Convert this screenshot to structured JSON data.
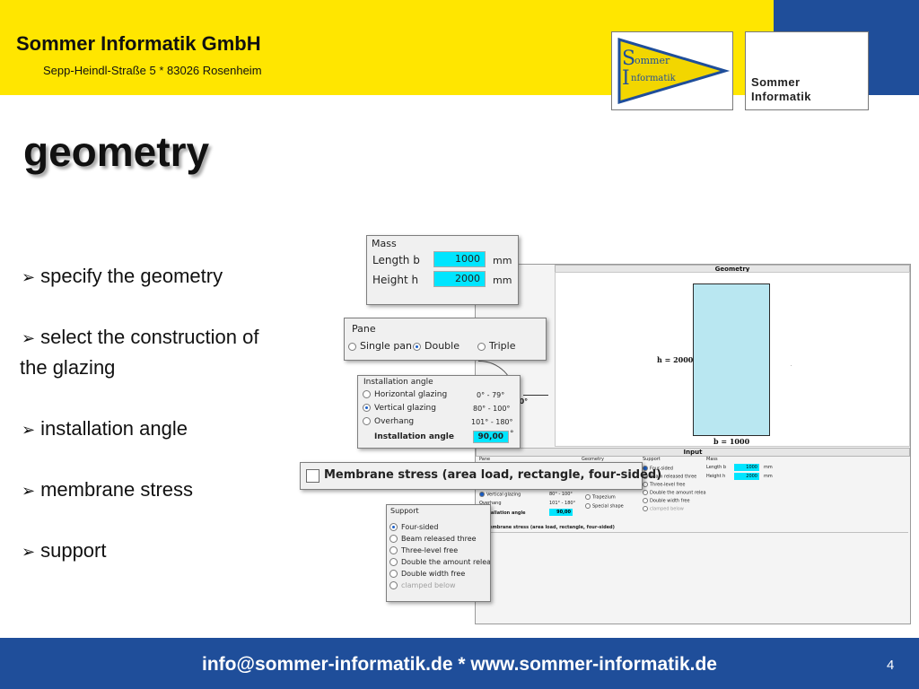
{
  "header": {
    "company_name": "Sommer Informatik GmbH",
    "address": "Sepp-Heindl-Straße 5 * 83026 Rosenheim",
    "logo_pennant_line1": "ommer",
    "logo_pennant_line2": "nformatik",
    "logo_pennant_initial1": "S",
    "logo_pennant_initial2": "I",
    "logo_wordmark_line1": "Sommer",
    "logo_wordmark_line2": "Informatik"
  },
  "slide": {
    "title": "geometry",
    "bullets": [
      "specify the geometry",
      "select the construction of",
      "the glazing",
      "installation angle",
      "membrane stress",
      "support"
    ],
    "bullet_icon": "arrow-bullet-icon"
  },
  "main_window": {
    "geometry_header": "Geometry",
    "h_label": "h = 2000",
    "b_label": "b = 1000",
    "input_header": "Input",
    "pane_col": "Pane",
    "geometry_col": "Geometry",
    "support_col": "Support",
    "mass_col": "Mass",
    "support_items": [
      "Four-sided",
      "Beam released three",
      "Three-level free",
      "Double the amount relea",
      "Double width free",
      "clamped below"
    ],
    "mass_length_label": "Length b",
    "mass_length_value": "1000",
    "mass_height_label": "Height h",
    "mass_height_value": "2000",
    "unit": "mm",
    "angle_rows": [
      {
        "label": "Vertical glazing",
        "range": "80° - 100°"
      },
      {
        "label": "Overhang",
        "range": "101° - 180°"
      }
    ],
    "geometry_items": [
      "Trapezium",
      "Special shape"
    ],
    "angle_label": "nstallation angle",
    "angle_value": "90,00",
    "membrane_text": "membrane stress (area load, rectangle, four-sided)",
    "partial_angle": "90°"
  },
  "mass_dialog": {
    "title": "Mass",
    "length_label": "Length b",
    "length_value": "1000",
    "height_label": "Height h",
    "height_value": "2000",
    "unit": "mm"
  },
  "pane_dialog": {
    "title": "Pane",
    "options": [
      "Single pan",
      "Double",
      "Triple"
    ],
    "selected": "Double"
  },
  "angle_dialog": {
    "title": "Installation angle",
    "rows": [
      {
        "label": "Horizontal glazing",
        "range": "0° - 79°"
      },
      {
        "label": "Vertical glazing",
        "range": "80° - 100°"
      },
      {
        "label": "Overhang",
        "range": "101° - 180°"
      }
    ],
    "selected": "Vertical glazing",
    "angle_label": "Installation angle",
    "angle_value": "90,00",
    "angle_unit": "°"
  },
  "membrane_dialog": {
    "label": "Membrane stress (area load, rectangle, four-sided)"
  },
  "support_dialog": {
    "title": "Support",
    "options": [
      "Four-sided",
      "Beam released three",
      "Three-level free",
      "Double the amount relea",
      "Double width free",
      "clamped below"
    ],
    "selected": "Four-sided"
  },
  "footer": {
    "contact": "info@sommer-informatik.de * www.sommer-informatik.de",
    "page_number": "4"
  },
  "colors": {
    "header_yellow": "#ffe600",
    "brand_blue": "#1f4e9a",
    "field_cyan": "#00e5ff",
    "shape_fill": "#b9e7f1"
  }
}
